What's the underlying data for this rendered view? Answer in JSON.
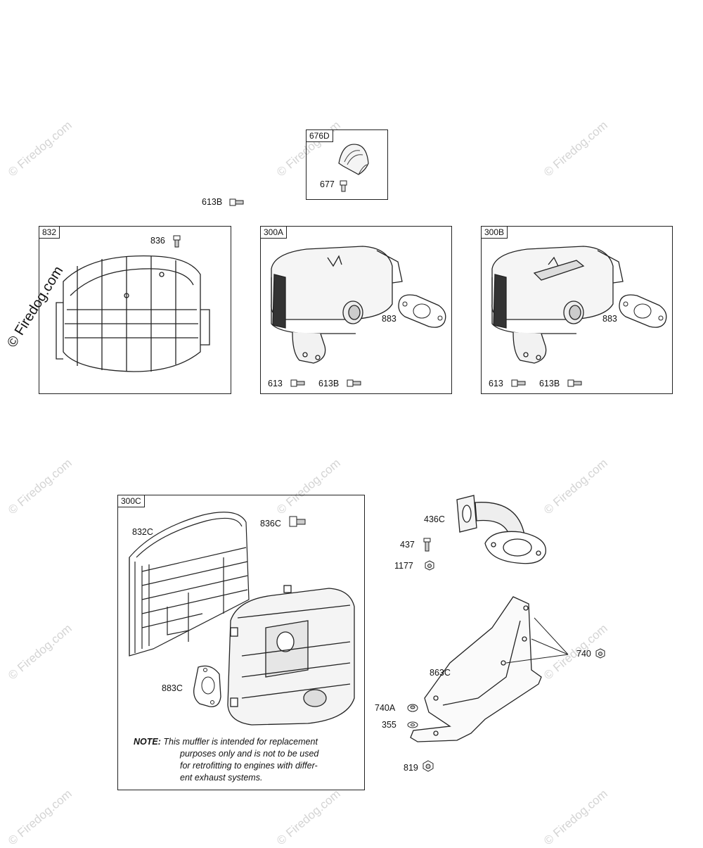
{
  "watermark": "© Firedog.com",
  "panels": {
    "p676D": "676D",
    "p832": "832",
    "p300A": "300A",
    "p300B": "300B",
    "p300C": "300C"
  },
  "labels": {
    "l677": "677",
    "l613B_top": "613B",
    "l836": "836",
    "l883_a": "883",
    "l613_a": "613",
    "l613B_a": "613B",
    "l883_b": "883",
    "l613_b": "613",
    "l613B_b": "613B",
    "l832C": "832C",
    "l836C": "836C",
    "l883C": "883C",
    "l436C": "436C",
    "l437": "437",
    "l1177": "1177",
    "l740": "740",
    "l863C": "863C",
    "l740A": "740A",
    "l355": "355",
    "l819": "819"
  },
  "note": {
    "prefix": "NOTE:",
    "line1": "This muffler is intended for replacement",
    "line2": "purposes only and is not to be used",
    "line3": "for retrofitting to engines with differ-",
    "line4": "ent exhaust systems."
  }
}
